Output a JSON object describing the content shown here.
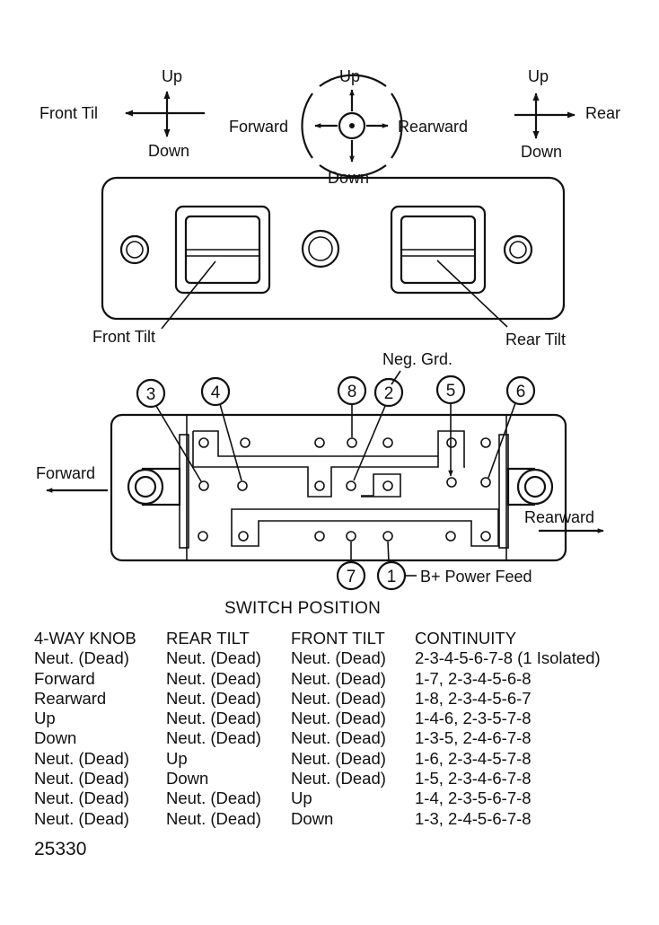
{
  "directions": {
    "front": {
      "up": "Up",
      "down": "Down",
      "side": "Front Til"
    },
    "knob": {
      "up": "Up",
      "down": "Down",
      "left": "Forward",
      "right": "Rearward"
    },
    "rear": {
      "up": "Up",
      "down": "Down",
      "side": "Rear"
    }
  },
  "switch_panel": {
    "front_tilt_label": "Front Tilt",
    "rear_tilt_label": "Rear Tilt"
  },
  "connector": {
    "neg_grd_label": "Neg. Grd.",
    "forward_label": "Forward",
    "rearward_label": "Rearward",
    "power_feed_label": "B+ Power Feed",
    "terminals": [
      "3",
      "4",
      "8",
      "2",
      "5",
      "6",
      "7",
      "1"
    ]
  },
  "table": {
    "title": "SWITCH POSITION",
    "headers": [
      "4-WAY KNOB",
      "REAR TILT",
      "FRONT TILT",
      "CONTINUITY"
    ],
    "rows": [
      [
        "Neut. (Dead)",
        "Neut. (Dead)",
        "Neut. (Dead)",
        "2-3-4-5-6-7-8 (1 Isolated)"
      ],
      [
        "Forward",
        "Neut. (Dead)",
        "Neut. (Dead)",
        "1-7, 2-3-4-5-6-8"
      ],
      [
        "Rearward",
        "Neut. (Dead)",
        "Neut. (Dead)",
        "1-8, 2-3-4-5-6-7"
      ],
      [
        "Up",
        "Neut. (Dead)",
        "Neut. (Dead)",
        "1-4-6, 2-3-5-7-8"
      ],
      [
        "Down",
        "Neut. (Dead)",
        "Neut. (Dead)",
        "1-3-5, 2-4-6-7-8"
      ],
      [
        "Neut. (Dead)",
        "Up",
        "Neut. (Dead)",
        "1-6, 2-3-4-5-7-8"
      ],
      [
        "Neut. (Dead)",
        "Down",
        "Neut. (Dead)",
        "1-5, 2-3-4-6-7-8"
      ],
      [
        "Neut. (Dead)",
        "Neut. (Dead)",
        "Up",
        "1-4, 2-3-5-6-7-8"
      ],
      [
        "Neut. (Dead)",
        "Neut. (Dead)",
        "Down",
        "1-3, 2-4-5-6-7-8"
      ]
    ]
  },
  "figure_number": "25330"
}
